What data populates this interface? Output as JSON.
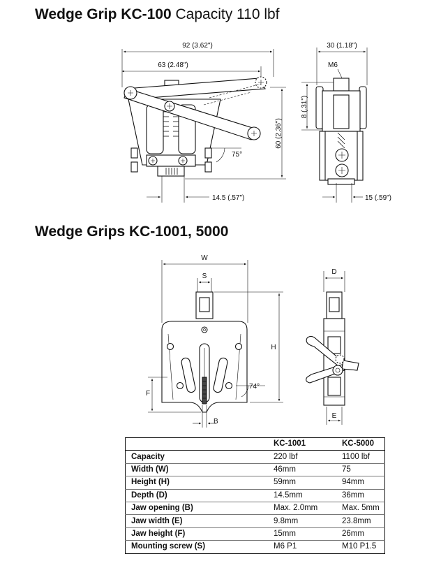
{
  "section1": {
    "title_bold": "Wedge Grip KC-100",
    "title_normal": " Capacity 110 lbf",
    "dims": {
      "overall_width": "92 (3.62\")",
      "hinge_width": "63 (2.48\")",
      "height": "60 (2.36\")",
      "angle": "75°",
      "jaw_gap": "14.5 (.57\")",
      "side_width": "30 (1.18\")",
      "thread": "M6",
      "thread_depth": "8 (.31\")",
      "side_base": "15 (.59\")"
    }
  },
  "section2": {
    "title": "Wedge Grips KC-1001, 5000",
    "dims": {
      "W": "W",
      "S": "S",
      "H": "H",
      "F": "F",
      "B": "B",
      "angle": "74°",
      "D": "D",
      "E": "E"
    }
  },
  "spec_table": {
    "columns": [
      "",
      "KC-1001",
      "KC-5000"
    ],
    "rows": [
      {
        "label": "Capacity",
        "kc1001": "220 lbf",
        "kc5000": "1100 lbf"
      },
      {
        "label": "Width (W)",
        "kc1001": "46mm",
        "kc5000": "75"
      },
      {
        "label": "Height (H)",
        "kc1001": "59mm",
        "kc5000": "94mm"
      },
      {
        "label": "Depth (D)",
        "kc1001": "14.5mm",
        "kc5000": "36mm"
      },
      {
        "label": "Jaw opening (B)",
        "kc1001": "Max. 2.0mm",
        "kc5000": "Max. 5mm"
      },
      {
        "label": "Jaw width (E)",
        "kc1001": "9.8mm",
        "kc5000": "23.8mm"
      },
      {
        "label": "Jaw height (F)",
        "kc1001": "15mm",
        "kc5000": "26mm"
      },
      {
        "label": "Mounting screw (S)",
        "kc1001": "M6 P1",
        "kc5000": "M10 P1.5"
      }
    ]
  }
}
